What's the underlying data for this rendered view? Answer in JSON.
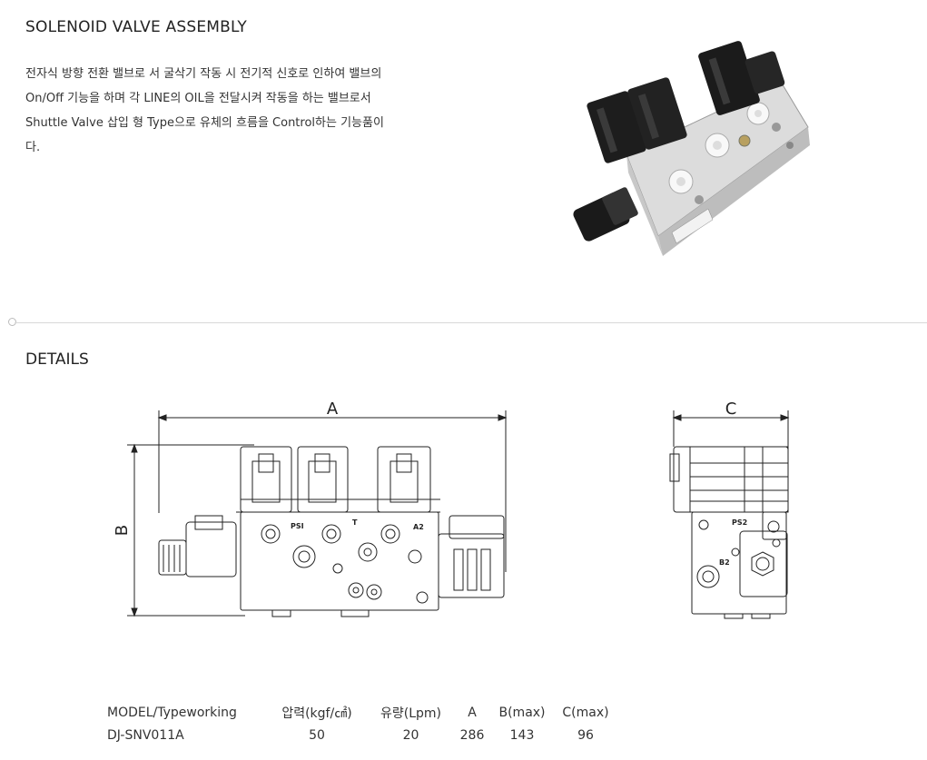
{
  "product": {
    "title": "SOLENOID VALVE ASSEMBLY",
    "description_lines": [
      "전자식 방향 전환 밸브로 서 굴삭기 작동 시 전기적 신호로 인하여 밸브의",
      "On/Off 기능을 하며 각 LINE의 OIL을 전달시켜 작동을 하는 밸브로서",
      "Shuttle Valve 삽입 형 Type으로 유체의 흐름을 Control하는 기능품이",
      "다."
    ]
  },
  "details": {
    "title": "DETAILS",
    "dimension_labels": {
      "a": "A",
      "b": "B",
      "c": "C"
    },
    "port_labels": {
      "psi": "PSI",
      "t": "T",
      "a2": "A2",
      "ps2": "PS2",
      "b2": "B2"
    }
  },
  "specs": {
    "headers": [
      "MODEL/Typeworking",
      "압력(kgf/㎠)",
      "유량(Lpm)",
      "A",
      "B(max)",
      "C(max)"
    ],
    "rows": [
      [
        "DJ-SNV011A",
        "50",
        "20",
        "286",
        "143",
        "96"
      ]
    ]
  }
}
